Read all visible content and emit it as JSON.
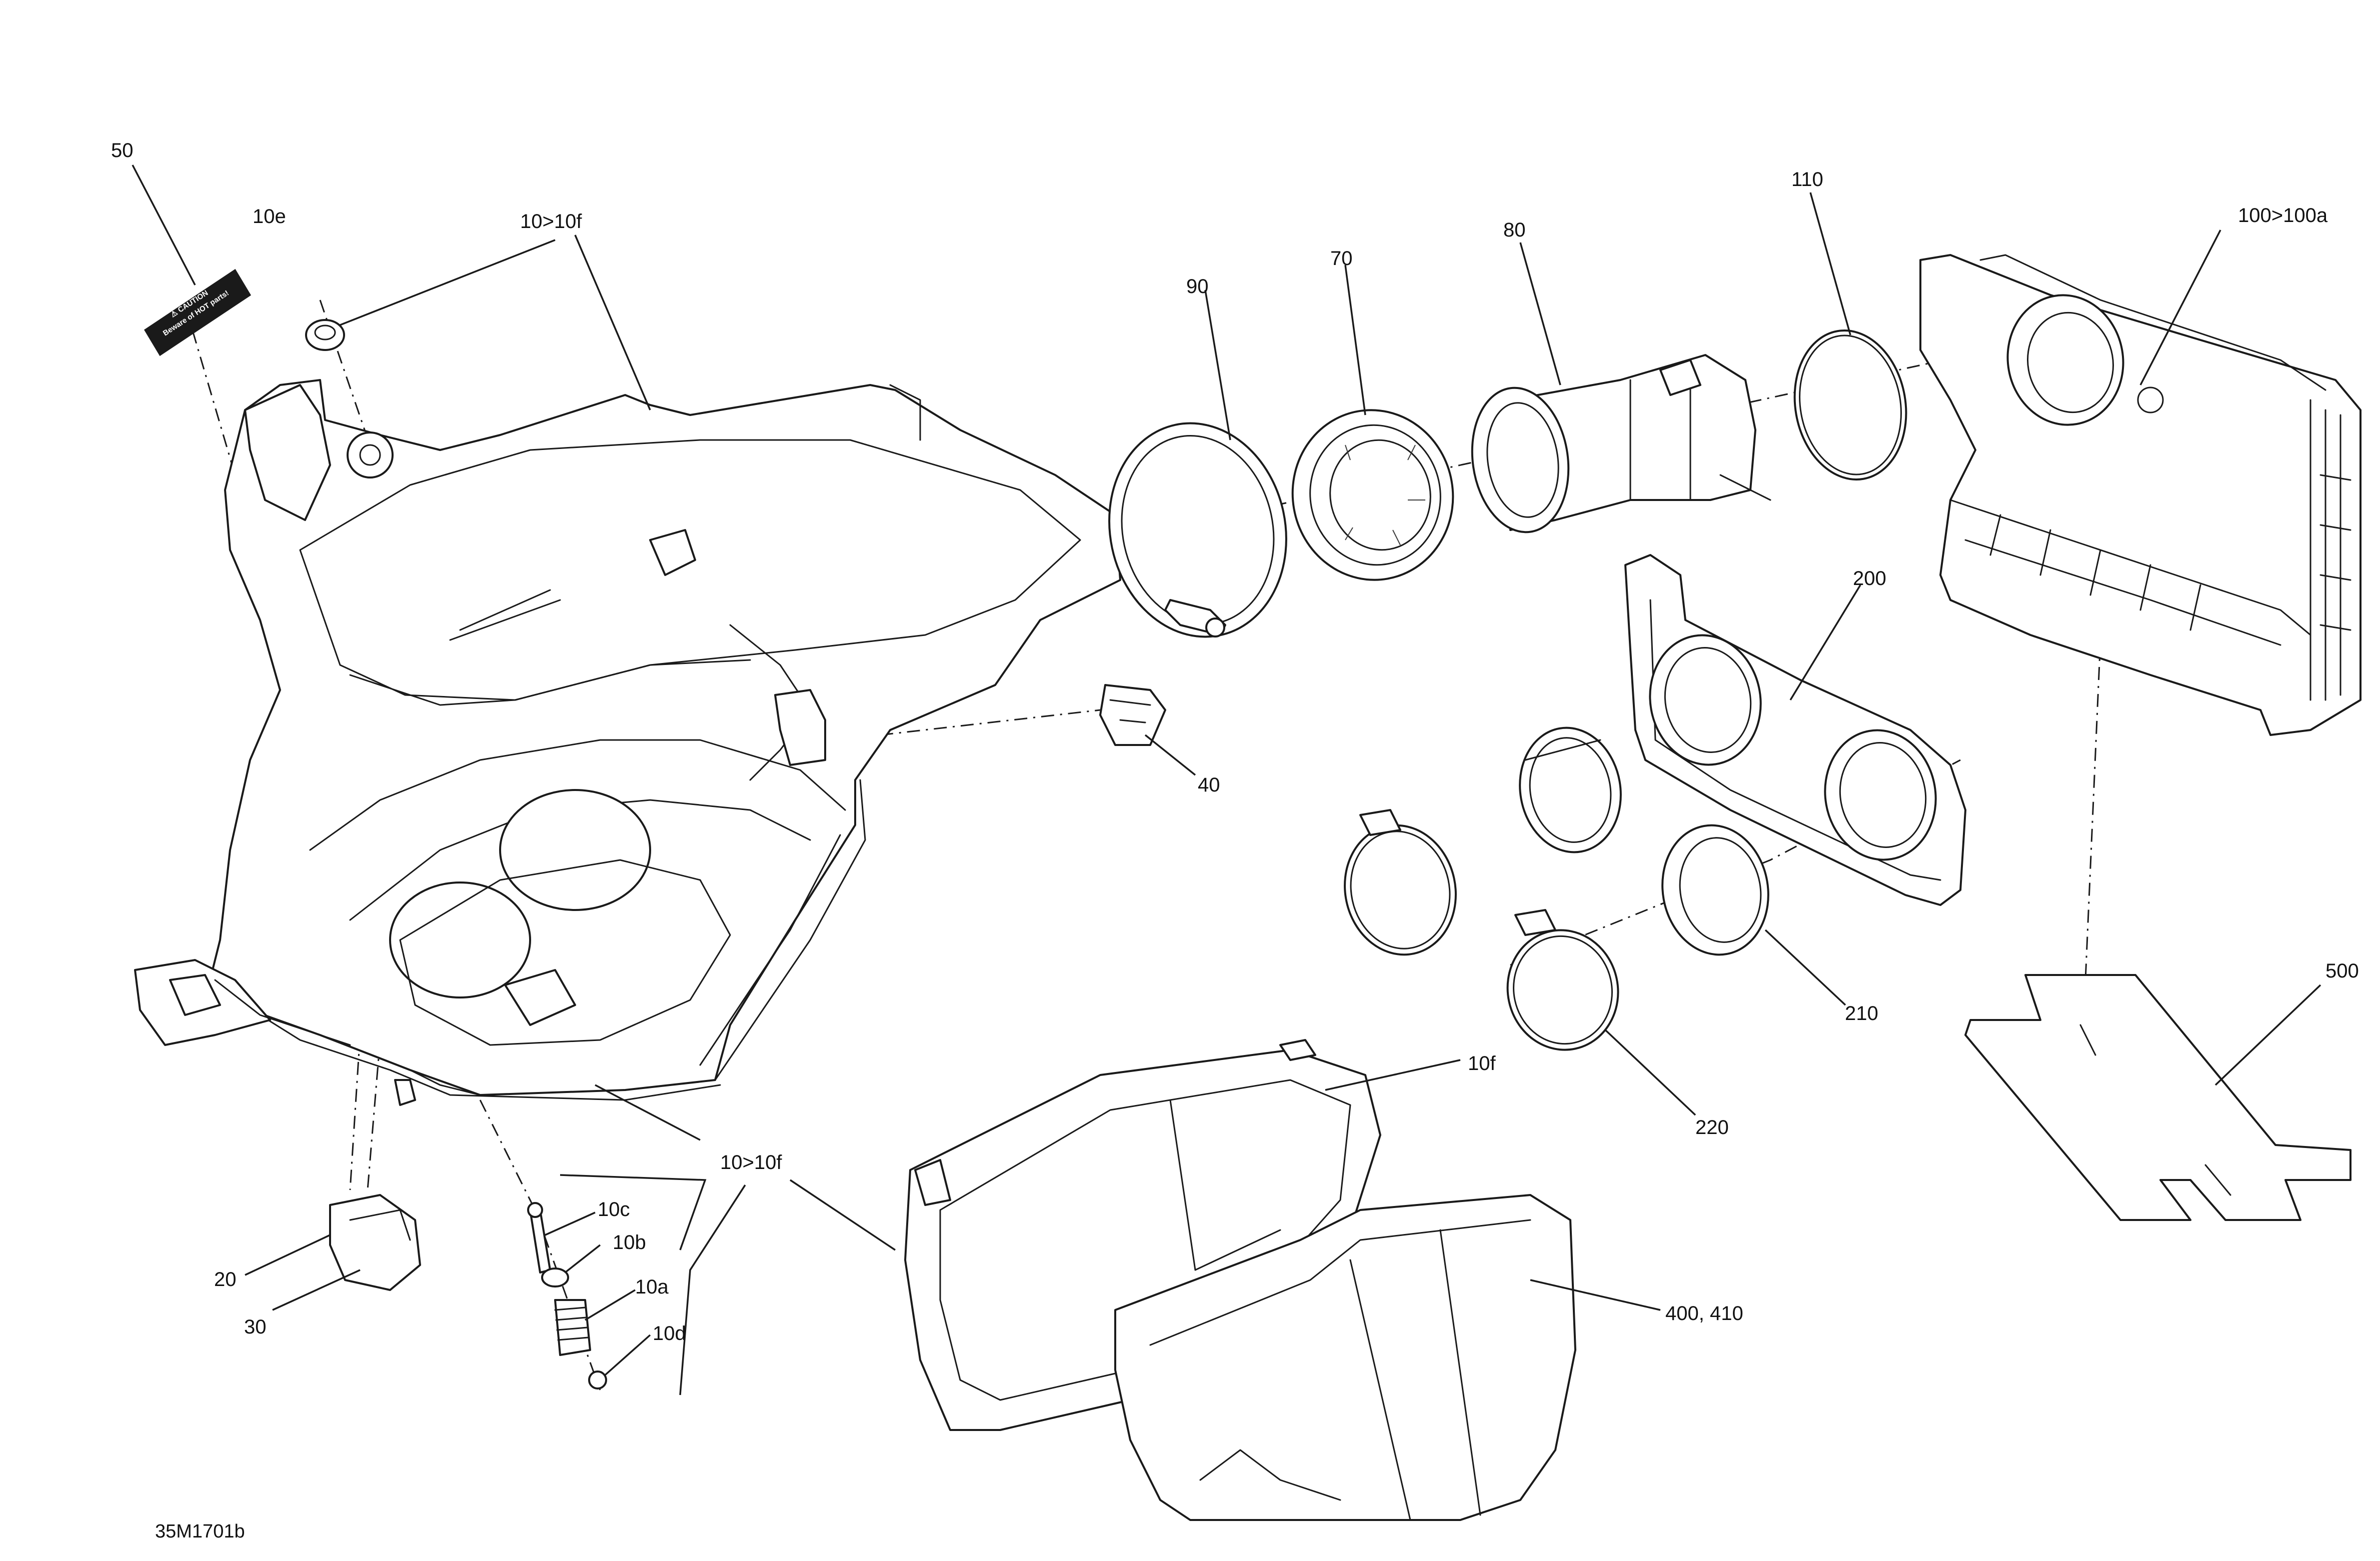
{
  "figure": {
    "reference_code": "35M1701b"
  },
  "callouts": {
    "c50": "50",
    "c10e": "10e",
    "c10to10f_top": "10>10f",
    "c90": "90",
    "c70": "70",
    "c80": "80",
    "c110": "110",
    "c100": "100>100a",
    "c40": "40",
    "c200": "200",
    "c210": "210",
    "c220": "220",
    "c500": "500",
    "c10f": "10f",
    "c10to10f_bottom": "10>10f",
    "c10c": "10c",
    "c10b": "10b",
    "c10a": "10a",
    "c10d": "10d",
    "c20": "20",
    "c30": "30",
    "c400": "400, 410"
  },
  "label_decal": {
    "line1": "⚠ CAUTION",
    "line2": "Beware of HOT parts!"
  }
}
